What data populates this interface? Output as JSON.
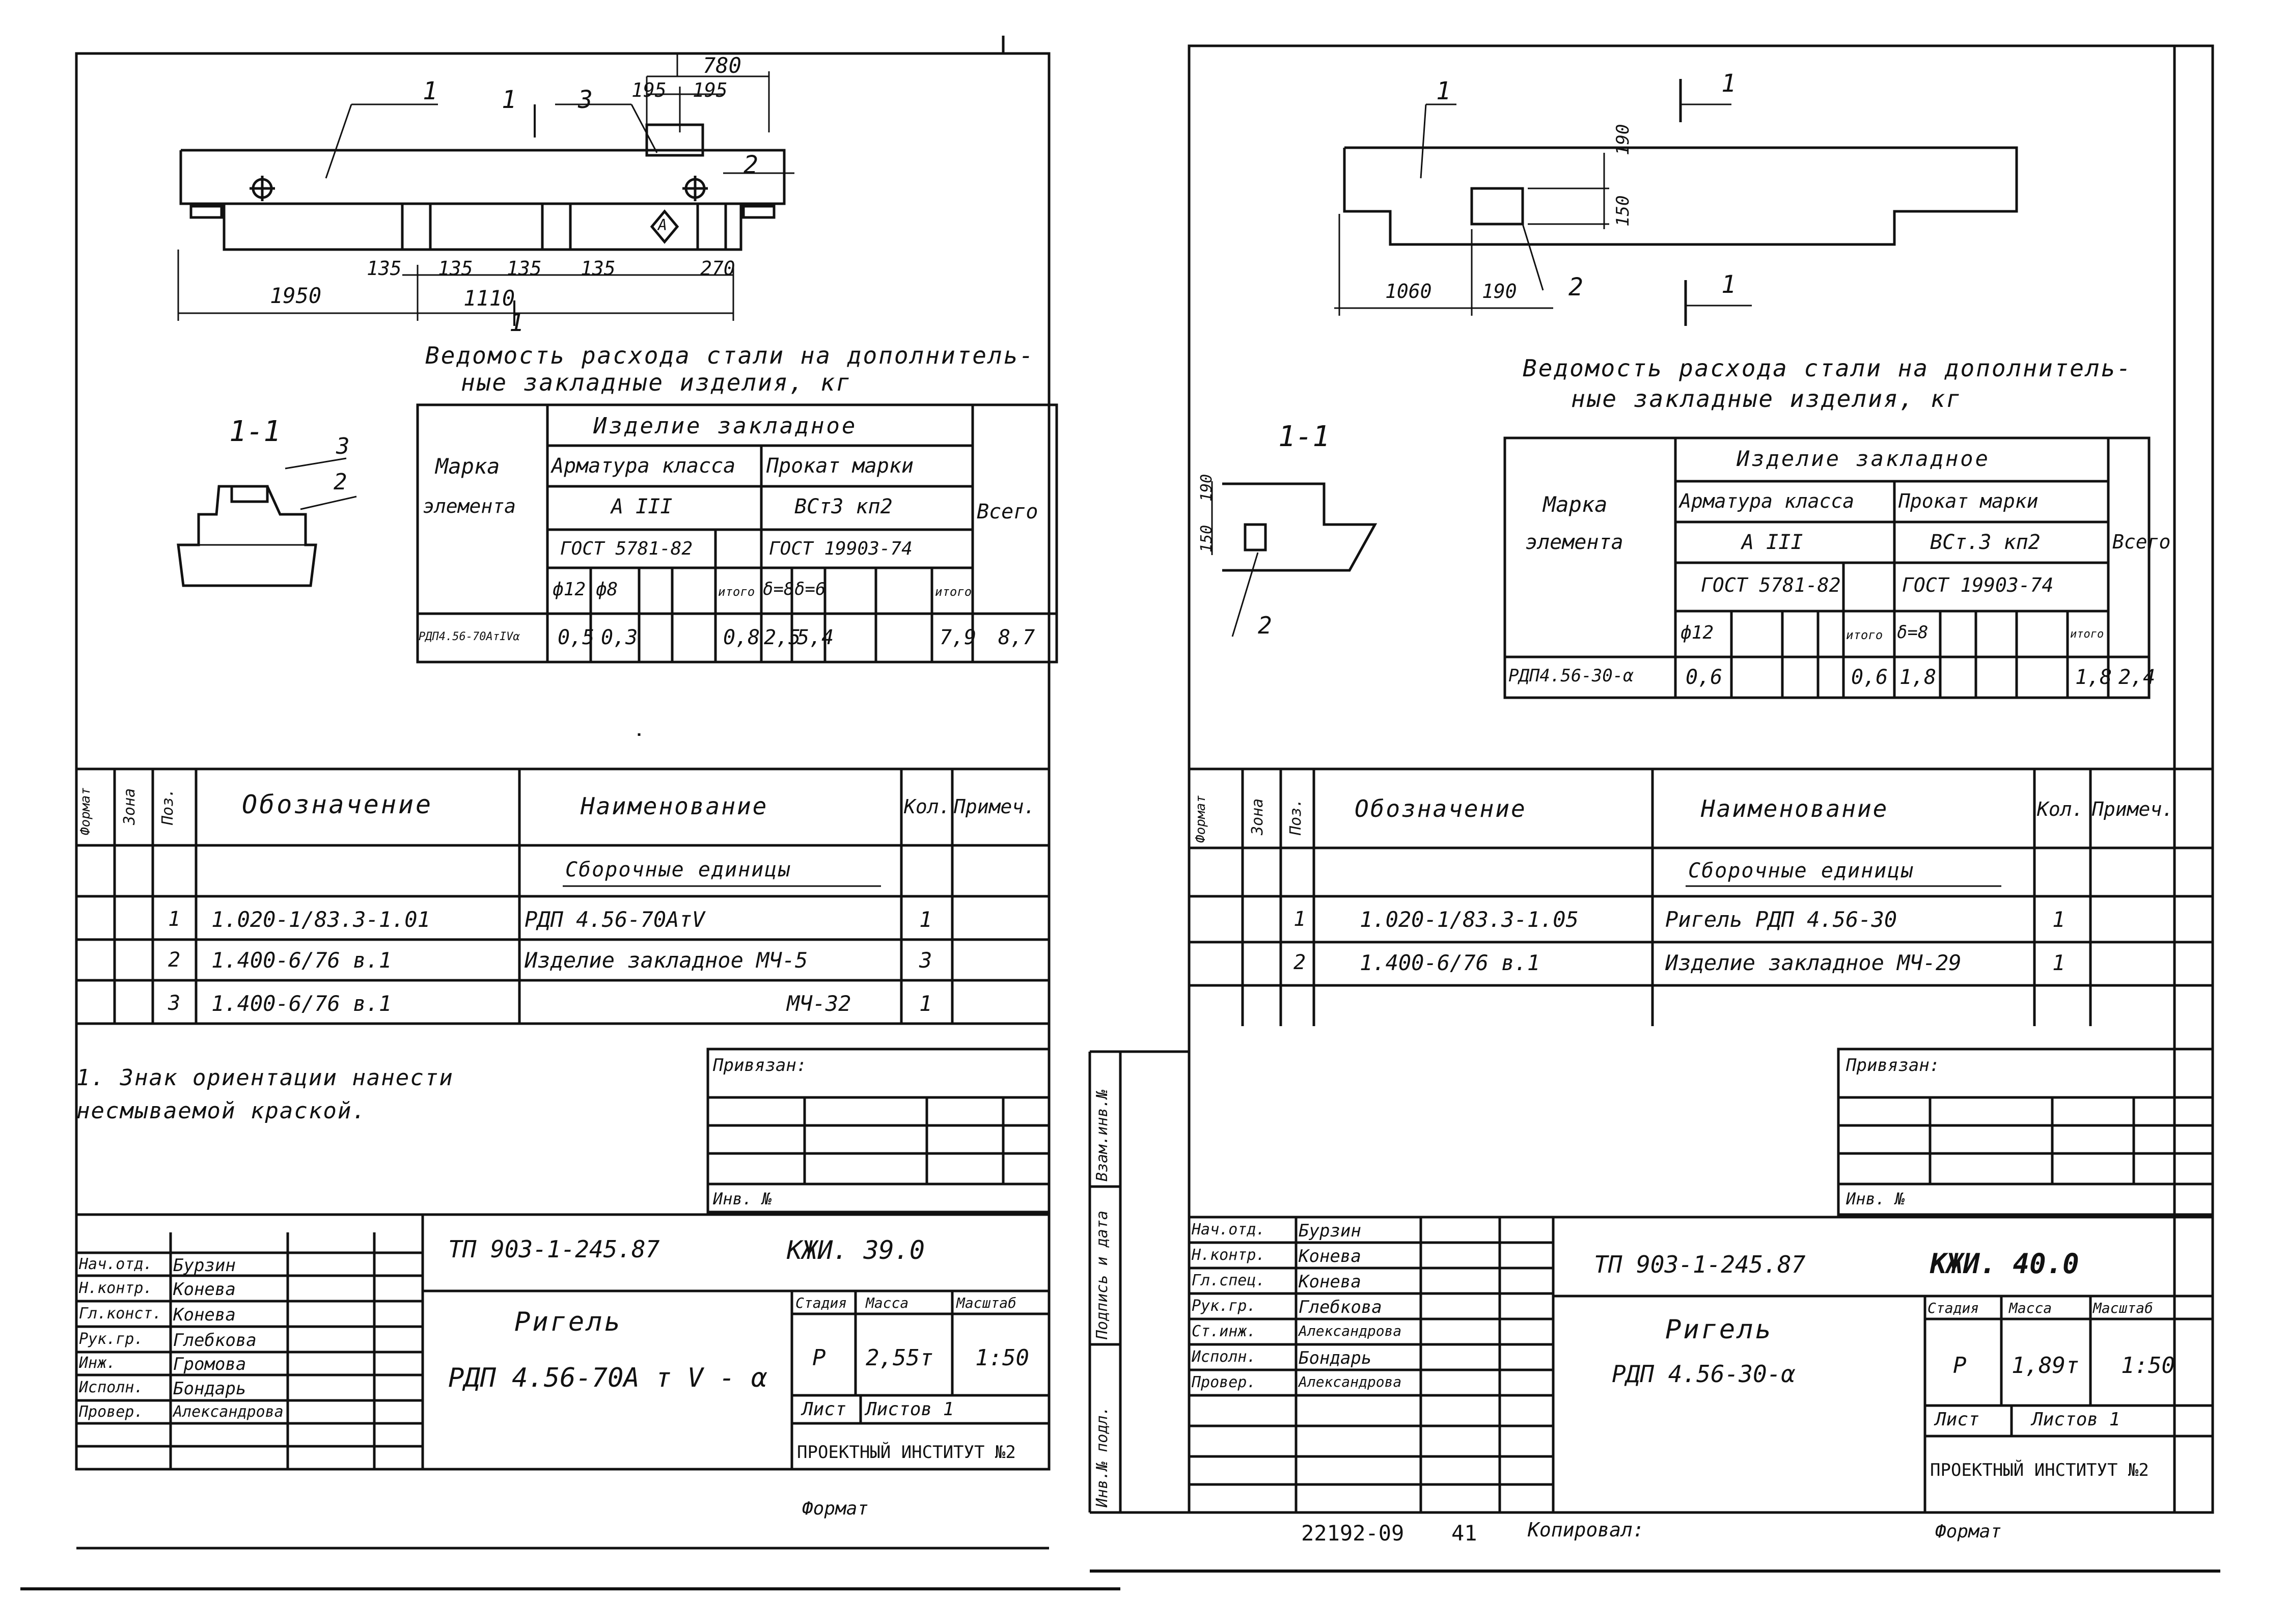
{
  "left": {
    "dims": {
      "d780": "780",
      "d195a": "195",
      "d195b": "195",
      "d135a": "135",
      "d135b": "135",
      "d135c": "135",
      "d135d": "135",
      "d270": "270",
      "d1950": "1950",
      "d1110": "1110"
    },
    "marks": {
      "m1": "1",
      "m1b": "1",
      "m3": "3",
      "m2": "2",
      "s1": "1",
      "orient": "A"
    },
    "section": {
      "title": "1-1",
      "p3": "3",
      "p2": "2"
    },
    "steel_title_1": "Ведомость расхода стали на дополнитель-",
    "steel_title_2": "ные закладные изделия, кг",
    "steel": {
      "mark_hdr": "Марка",
      "elem_hdr": "элемента",
      "item_hdr": "Изделие закладное",
      "arm_hdr": "Арматура класса",
      "prokat_hdr": "Прокат марки",
      "total_hdr": "Всего",
      "arm_class": "А III",
      "prokat_class": "ВСт3 кп2",
      "gost1": "ГОСТ 5781-82",
      "gost2": "ГОСТ 19903-74",
      "c1": "ф12",
      "c2": "ф8",
      "c3": "",
      "c4": "итого",
      "c5": "δ=8",
      "c6": "δ=6",
      "c7": "",
      "c8": "итого",
      "row": {
        "mark": "РДП4.56-70АтIVα",
        "v1": "0,5",
        "v2": "0,3",
        "v3": "",
        "v4": "0,8",
        "v5": "2,5",
        "v6": "5,4",
        "v7": "",
        "v8": "7,9",
        "total": "8,7"
      }
    },
    "spec": {
      "h_format": "Формат",
      "h_zone": "Зона",
      "h_pos": "Поз.",
      "h_desig": "Обозначение",
      "h_name": "Наименование",
      "h_qty": "Кол.",
      "h_note": "Примеч.",
      "section": "Сборочные единицы",
      "rows": [
        {
          "pos": "1",
          "desig": "1.020-1/83.3-1.01",
          "name": "РДП 4.56-70АтV",
          "qty": "1"
        },
        {
          "pos": "2",
          "desig": "1.400-6/76 в.1",
          "name": "Изделие закладное МЧ-5",
          "qty": "3"
        },
        {
          "pos": "3",
          "desig": "1.400-6/76 в.1",
          "name": "МЧ-32",
          "qty": "1"
        }
      ]
    },
    "note_1": "1. Знак ориентации нанести",
    "note_2": "несмываемой краской.",
    "privyazan": "Привязан:",
    "inv": "Инв. №",
    "staff": [
      {
        "role": "Нач.отд.",
        "name": "Бурзин"
      },
      {
        "role": "Н.контр.",
        "name": "Конева"
      },
      {
        "role": "Гл.конст.",
        "name": "Конева"
      },
      {
        "role": "Рук.гр.",
        "name": "Глебкова"
      },
      {
        "role": "Инж.",
        "name": "Громова"
      },
      {
        "role": "Исполн.",
        "name": "Бондарь"
      },
      {
        "role": "Провер.",
        "name": "Александрова"
      }
    ],
    "project": "ТП 903-1-245.87",
    "code": "КЖИ. 39.0",
    "title_1": "Ригель",
    "title_2": "РДП 4.56-70А т V - α",
    "h_stage": "Стадия",
    "h_mass": "Масса",
    "h_scale": "Масштаб",
    "stage": "Р",
    "mass": "2,55т",
    "scale": "1:50",
    "sheet": "Лист",
    "sheets": "Листов 1",
    "org": "ПРОЕКТНЫЙ ИНСТИТУТ №2",
    "format": "Формат"
  },
  "right": {
    "dims": {
      "d190a": "190",
      "d150": "150",
      "d1060": "1060",
      "d190b": "190"
    },
    "marks": {
      "m1": "1",
      "s1a": "1",
      "s1b": "1",
      "m2": "2"
    },
    "section": {
      "title": "1-1",
      "d190": "190",
      "d150": "150",
      "p2": "2"
    },
    "steel_title_1": "Ведомость расхода стали на дополнитель-",
    "steel_title_2": "ные закладные изделия, кг",
    "steel": {
      "mark_hdr": "Марка",
      "elem_hdr": "элемента",
      "item_hdr": "Изделие закладное",
      "arm_hdr": "Арматура класса",
      "prokat_hdr": "Прокат марки",
      "total_hdr": "Всего",
      "arm_class": "А III",
      "prokat_class": "ВСт.3 кп2",
      "gost1": "ГОСТ 5781-82",
      "gost2": "ГОСТ 19903-74",
      "c1": "ф12",
      "c2": "",
      "c3": "",
      "c4": "итого",
      "c5": "δ=8",
      "c6": "",
      "c7": "",
      "c8": "итого",
      "row": {
        "mark": "РДП4.56-30-α",
        "v1": "0,6",
        "v2": "",
        "v3": "",
        "v4": "0,6",
        "v5": "1,8",
        "v6": "",
        "v7": "",
        "v8": "1,8",
        "total": "2,4"
      }
    },
    "spec": {
      "h_format": "Формат",
      "h_zone": "Зона",
      "h_pos": "Поз.",
      "h_desig": "Обозначение",
      "h_name": "Наименование",
      "h_qty": "Кол.",
      "h_note": "Примеч.",
      "section": "Сборочные единицы",
      "rows": [
        {
          "pos": "1",
          "desig": "1.020-1/83.3-1.05",
          "name": "Ригель РДП 4.56-30",
          "qty": "1"
        },
        {
          "pos": "2",
          "desig": "1.400-6/76 в.1",
          "name": "Изделие закладное МЧ-29",
          "qty": "1"
        }
      ]
    },
    "privyazan": "Привязан:",
    "inv": "Инв. №",
    "side_1": "Взам.инв.№",
    "side_2": "Подпись и дата",
    "side_3": "Инв.№ подл.",
    "staff": [
      {
        "role": "Нач.отд.",
        "name": "Бурзин"
      },
      {
        "role": "Н.контр.",
        "name": "Конева"
      },
      {
        "role": "Гл.спец.",
        "name": "Конева"
      },
      {
        "role": "Рук.гр.",
        "name": "Глебкова"
      },
      {
        "role": "Ст.инж.",
        "name": "Александрова"
      },
      {
        "role": "Исполн.",
        "name": "Бондарь"
      },
      {
        "role": "Провер.",
        "name": "Александрова"
      }
    ],
    "project": "ТП 903-1-245.87",
    "code": "КЖИ. 40.0",
    "title_1": "Ригель",
    "title_2": "РДП 4.56-30-α",
    "h_stage": "Стадия",
    "h_mass": "Масса",
    "h_scale": "Масштаб",
    "stage": "Р",
    "mass": "1,89т",
    "scale": "1:50",
    "sheet": "Лист",
    "sheets": "Листов 1",
    "org": "ПРОЕКТНЫЙ ИНСТИТУТ №2",
    "format": "Формат",
    "footer_num": "22192-09",
    "footer_page": "41",
    "footer_copy": "Копировал:"
  }
}
